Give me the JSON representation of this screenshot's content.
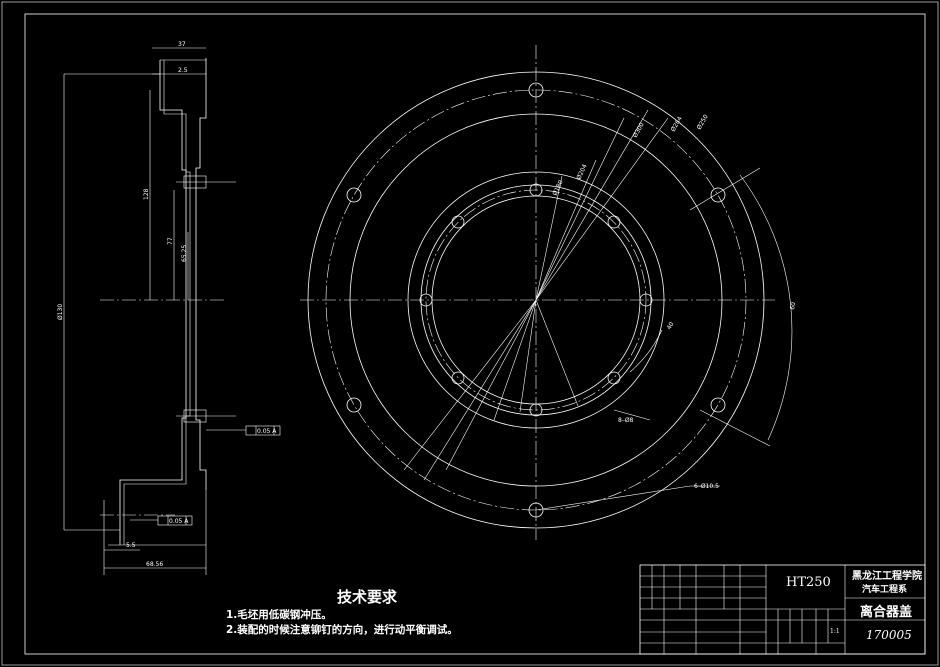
{
  "drawing": {
    "section_dims": {
      "d1": "37",
      "d2": "2.5",
      "d3": "128",
      "d4": "77",
      "d5": "Ø130",
      "d6": "65.25",
      "d7": "5.5",
      "d8": "68.56",
      "tol1": "0.05 A",
      "tol2": "0.05 A"
    },
    "plan_dims": {
      "r1": "Ø300",
      "r2": "Ø264",
      "r3": "Ø250",
      "r4": "Ø180",
      "r5": "Ø204",
      "r6": "60",
      "r7": "40",
      "r8": "8–Ø8",
      "r9": "6–Ø10.5"
    }
  },
  "notes": {
    "title": "技术要求",
    "line1": "1.毛坯用低碳钢冲压。",
    "line2": "2.装配的时候注意铆钉的方向，进行动平衡调试。"
  },
  "title_block": {
    "material": "HT250",
    "school": "黑龙江工程学院",
    "department": "汽车工程系",
    "part_name": "离合器盖",
    "drawing_no": "170005",
    "scale_label": "1:1"
  }
}
